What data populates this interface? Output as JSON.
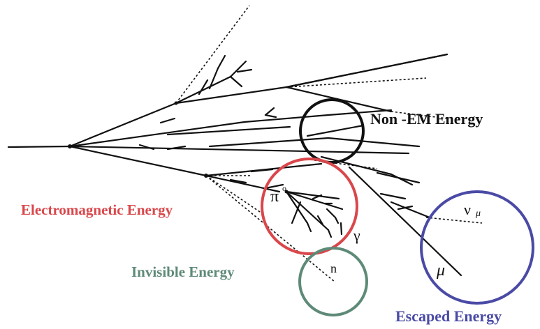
{
  "labels": {
    "non_em": "Non -EM Energy",
    "electromagnetic": "Electromagnetic Energy",
    "invisible": "Invisible Energy",
    "escaped": "Escaped Energy"
  },
  "particles": {
    "pi": "π",
    "pi_sup": "o",
    "gamma": "γ",
    "neutron": "n",
    "nu": "ν",
    "nu_sub": "μ",
    "mu": "μ"
  },
  "colors": {
    "non_em": "#111111",
    "electromagnetic": "#d9474b",
    "invisible": "#5e8a78",
    "escaped": "#4a4aa6",
    "tracks": "#111111"
  }
}
